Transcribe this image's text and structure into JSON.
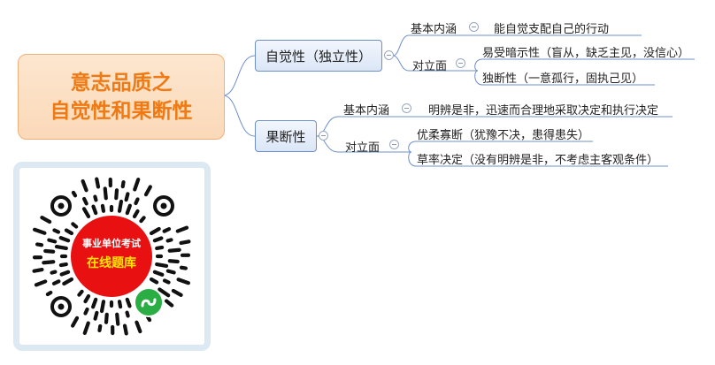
{
  "root": {
    "line1": "意志品质之",
    "line2": "自觉性和果断性"
  },
  "branches": [
    {
      "label": "自觉性（独立性）",
      "definition": {
        "label": "基本内涵",
        "text": "能自觉支配自己的行动"
      },
      "opposite": {
        "label": "对立面",
        "items": [
          "易受暗示性（盲从，缺乏主见，没信心）",
          "独断性（一意孤行，固执己见）"
        ]
      }
    },
    {
      "label": "果断性",
      "definition": {
        "label": "基本内涵",
        "text": "明辨是非，迅速而合理地采取决定和执行决定"
      },
      "opposite": {
        "label": "对立面",
        "items": [
          "优柔寡断（犹豫不决，患得患失）",
          "草率决定（没有明辨是非，不考虑主客观条件）"
        ]
      }
    }
  ],
  "qr": {
    "line1": "事业单位考试",
    "line2": "在线题库",
    "icon": "mini-program-icon"
  },
  "colors": {
    "line": "#6f8fc8",
    "root_text": "#ef7a14",
    "qr_red": "#e81010",
    "qr_yellow": "#ffe600",
    "qr_green": "#2aae43"
  }
}
